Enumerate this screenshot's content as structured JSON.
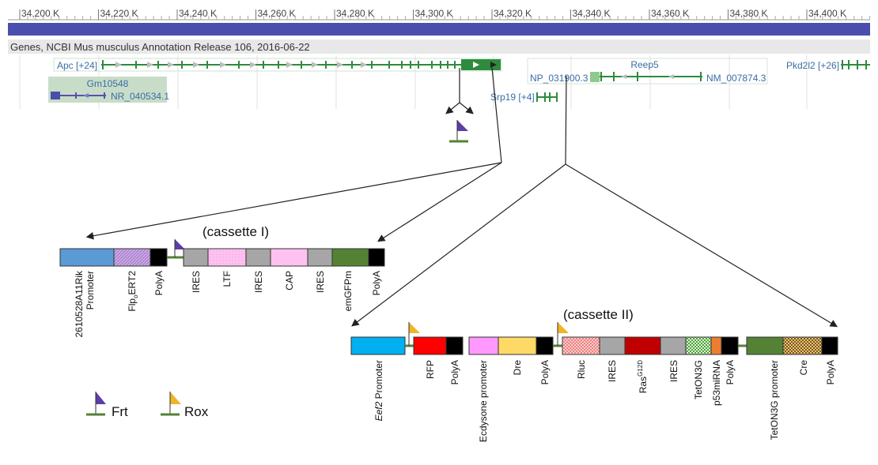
{
  "ruler": {
    "ticks": [
      "34,200 K",
      "34,220 K",
      "34,240 K",
      "34,260 K",
      "34,280 K",
      "34,300 K",
      "34,320 K",
      "34,340 K",
      "34,360 K",
      "34,380 K",
      "34,400 K"
    ]
  },
  "track": {
    "title": "Genes, NCBI Mus musculus Annotation Release 106, 2016-06-22"
  },
  "genes": {
    "apc": "Apc [+24]",
    "gm10548": "Gm10548",
    "nr040534": "NR_040534.1",
    "reep5": "Reep5",
    "np031900": "NP_031900.3",
    "nm007874": "NM_007874.3",
    "srp19": "Srp19 [+4]",
    "pkd2l2": "Pkd2l2 [+26]"
  },
  "cassette1": {
    "title": "(cassette I)",
    "labels": {
      "promoter_line1": "2610528A11Rik",
      "promoter_line2": "Promoter",
      "flpo_a": "Flp",
      "flpo_sub": "o",
      "flpo_b": "ERT2",
      "polya1": "PolyA",
      "ires1": "IRES",
      "ltf": "LTF",
      "ires2": "IRES",
      "cap": "CAP",
      "ires3": "IRES",
      "emgfpm": "emGFPm",
      "polya2": "PolyA"
    }
  },
  "cassette2": {
    "title": "(cassette II)",
    "labels": {
      "eef2_italic": "Eef2",
      "eef2_rest": " Promoter",
      "rfp": "RFP",
      "polya1": "PolyA",
      "ecdysone": "Ecdysone promoter",
      "dre": "Dre",
      "polya2": "PolyA",
      "rluc": "Rluc",
      "ires1": "IRES",
      "ras": "Ras",
      "ras_sup": "G12D",
      "ires2": "IRES",
      "teton3g": "TetON3G",
      "p53mirna": "p53miRNA",
      "polya3": "PolyA",
      "teton3g_promoter": "TetON3G promoter",
      "cre": "Cre",
      "polya4": "PolyA"
    }
  },
  "legend": {
    "frt": "Frt",
    "rox": "Rox"
  },
  "colors": {
    "ruler_bar": "#4a4fae",
    "gene_green": "#2e8b3e",
    "frt_flag": "#5b3ea8",
    "rox_flag": "#f0b429",
    "promoter_blue": "#5b9bd5",
    "eef2_cyan": "#00b0f0",
    "ires_grey": "#a6a6a6",
    "polya_black": "#000000",
    "gfp_green": "#548235",
    "rfp_red": "#ff0000",
    "ras_darkred": "#c00000",
    "dre_yellow": "#ffd966",
    "ecd_pink": "#ff99ff",
    "orange": "#ed7d31"
  }
}
